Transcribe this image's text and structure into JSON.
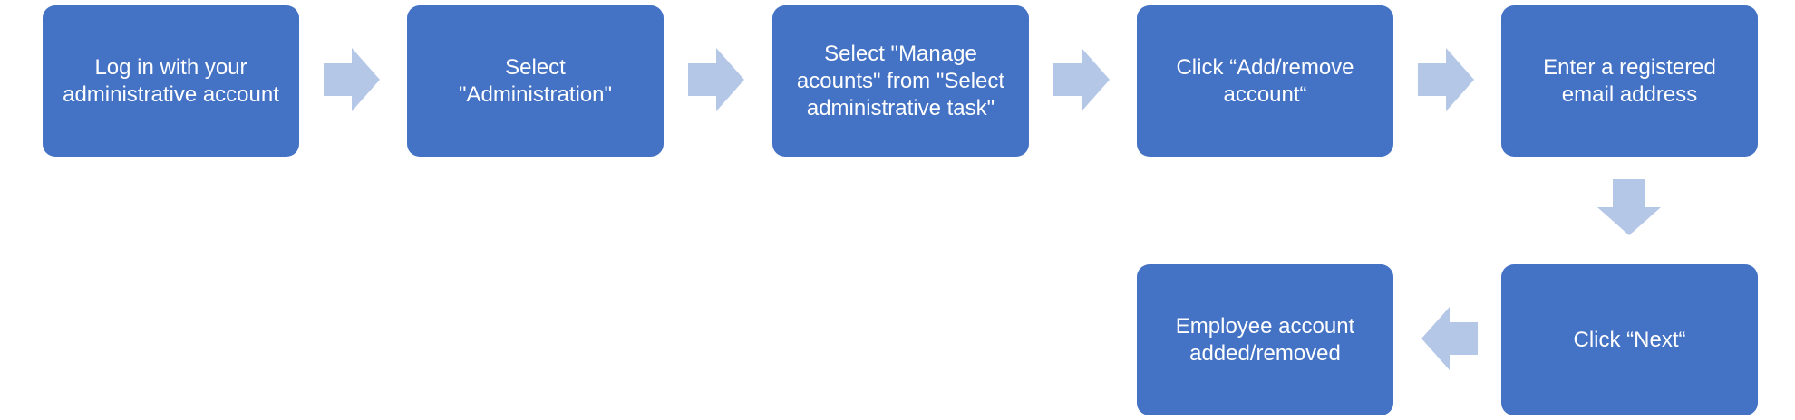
{
  "flow": {
    "steps": [
      {
        "label": "Log in with your\nadministrative account"
      },
      {
        "label": "Select\n\"Administration\""
      },
      {
        "label": "Select \"Manage\nacounts\" from \"Select\nadministrative task\""
      },
      {
        "label": "Click “Add/remove\naccount“"
      },
      {
        "label": "Enter a registered\nemail address"
      },
      {
        "label": "Click “Next“"
      },
      {
        "label": "Employee account\nadded/removed"
      }
    ]
  },
  "colors": {
    "box_fill": "#4472C4",
    "arrow_fill": "#B4C7E7",
    "text": "#FFFFFF"
  }
}
